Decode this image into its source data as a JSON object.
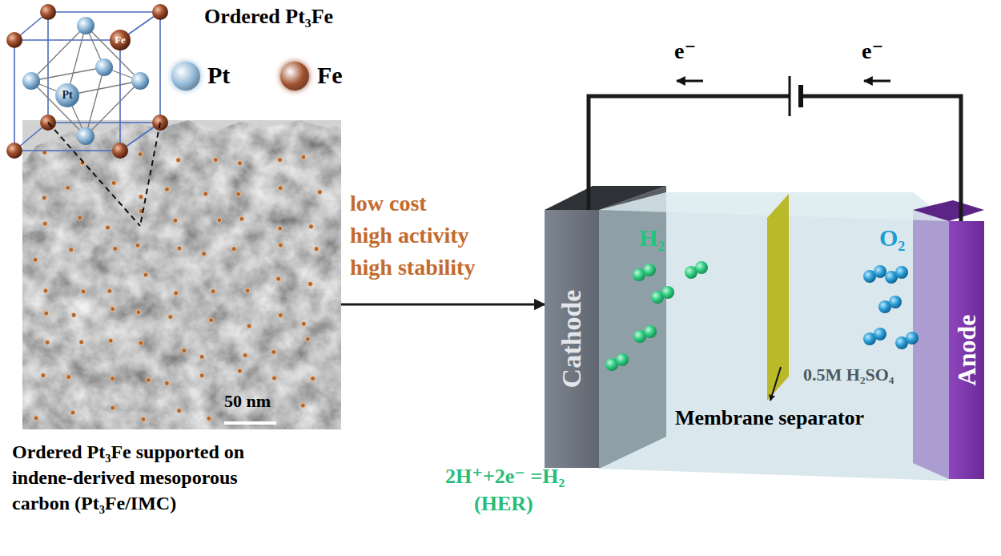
{
  "diagram": {
    "caption": "Ordered Pt₃Fe supported on indene-derived mesoporous carbon (Pt₃Fe/IMC)",
    "nodes": [
      {
        "text": [
          "50 nm"
        ]
      },
      {
        "text": [
          "Cathode"
        ]
      },
      {
        "text": [
          "Anode"
        ]
      }
    ],
    "edges": [
      {
        "from": 0,
        "to": 1,
        "arrow": "to"
      },
      {
        "from": 1,
        "to": 2,
        "arrow": "none"
      }
    ],
    "labels": [
      "Ordered Pt₃Fe",
      "Fe",
      "Pt",
      "low cost",
      "high activity",
      "high stability",
      "e⁻",
      "e⁻",
      "H₂",
      "O₂",
      "0.5M H₂SO₄",
      "Membrane separator",
      "2H⁺+2e⁻ =H₂",
      "(HER)"
    ],
    "legend": [
      {
        "text": "Pt",
        "color": "#8fb8d8"
      },
      {
        "text": "Fe",
        "color": "#a0502e"
      }
    ]
  }
}
